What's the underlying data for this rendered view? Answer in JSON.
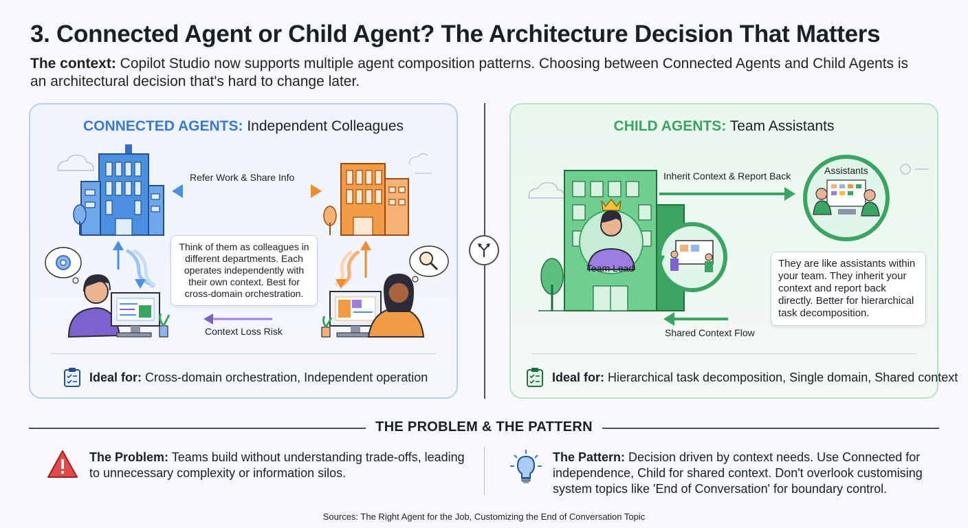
{
  "header": {
    "title": "3. Connected Agent or Child Agent? The Architecture Decision That Matters",
    "context_label": "The context:",
    "context_text": " Copilot Studio now supports multiple agent composition patterns. Choosing between Connected Agents and Child Agents is an architectural decision that's hard to change later."
  },
  "connected": {
    "title_highlight": "CONNECTED AGENTS:",
    "title_rest": " Independent Colleagues",
    "arrow_label": "Refer Work & Share Info",
    "callout": "Think of them as colleagues in different departments. Each operates independently with their own context. Best for cross-domain orchestration.",
    "risk_label": "Context Loss Risk",
    "ideal_label": "Ideal for:",
    "ideal_text": " Cross-domain orchestration, Independent operation",
    "colors": {
      "accent": "#3b7ad0",
      "secondary": "#f08a2e"
    }
  },
  "child": {
    "title_highlight": "CHILD AGENTS:",
    "title_rest": " Team Assistants",
    "arrow_label": "Inherit Context & Report Back",
    "assistants_label": "Assistants",
    "team_lead_label": "Team Lead",
    "callout": "They are like assistants within your team. They inherit your context and report back directly. Better for hierarchical task decomposition.",
    "flow_label": "Shared Context Flow",
    "ideal_label": "Ideal for:",
    "ideal_text": " Hierarchical task decomposition, Single domain, Shared context",
    "colors": {
      "accent": "#3aa462"
    }
  },
  "bottom": {
    "section_title": "THE PROBLEM & THE PATTERN",
    "problem_label": "The Problem:",
    "problem_text": " Teams build without understanding trade-offs, leading to unnecessary complexity or information silos.",
    "pattern_label": "The Pattern:",
    "pattern_text": " Decision driven by context needs. Use Connected for independence, Child for shared context. Don't overlook customising system topics like 'End of Conversation' for boundary control."
  },
  "sources": "Sources: The Right Agent for the Job, Customizing the End of Conversation Topic",
  "icons": [
    "cloud-icon",
    "building-icon",
    "gear-icon",
    "magnifier-icon",
    "person-icon",
    "computer-icon",
    "plant-icon",
    "crown-icon",
    "tree-icon",
    "whiteboard-icon",
    "checklist-icon",
    "warning-icon",
    "lightbulb-icon",
    "split-arrow-icon"
  ]
}
